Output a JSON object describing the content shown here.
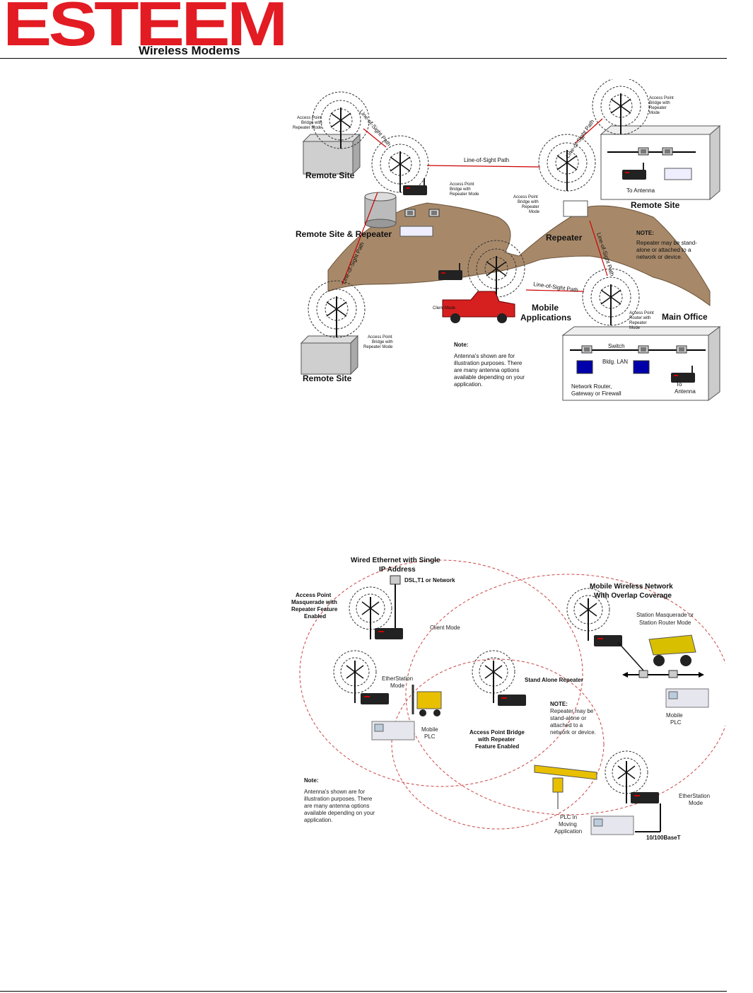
{
  "header": {
    "logo": "ESTEEM",
    "subtitle": "Wireless Modems"
  },
  "fig1": {
    "labels": {
      "ap_top_left": [
        "Access Point",
        "Bridge with",
        "Repeater Mode"
      ],
      "remote_site_1": "Remote Site",
      "los_1": "Line-of-Sight Path",
      "los_top": "Line-of-Sight Path",
      "los_2": "Line-of-Sight Path",
      "ap_repeater_center": [
        "Access Point",
        "Bridge with",
        "Repeater Mode"
      ],
      "remote_site_repeater": "Remote Site & Repeater",
      "ap_top_right": [
        "Access Point",
        "Bridge with",
        "Repeater",
        "Mode"
      ],
      "to_antenna_1": "To Antenna",
      "remote_site_2": "Remote Site",
      "ap_repeater_right": [
        "Access Point",
        "Bridge with",
        "Repeater",
        "Mode"
      ],
      "repeater": "Repeater",
      "note_title": "NOTE:",
      "note_lines": [
        "Repeater may be stand-",
        "alone or attached to a",
        "network or device."
      ],
      "los_3": "Line-of-Sight Path",
      "los_4": "Line-of-Sight Path",
      "los_5": "Line-of-Sight Path",
      "client_mode": "Client Mode",
      "mobile_apps": [
        "Mobile",
        "Applications"
      ],
      "ap_router": [
        "Access Point",
        "Router with",
        "Repeater",
        "Mode"
      ],
      "main_office": "Main Office",
      "switch": "Switch",
      "bldg_lan": "Bldg. LAN",
      "net_router": [
        "Network Router,",
        "Gateway or Firewall"
      ],
      "to_antenna_2": [
        "To",
        "Antenna"
      ],
      "remote_site_3": "Remote Site",
      "ap_bottom_left": [
        "Access Point",
        "Bridge with",
        "Repeater Mode"
      ],
      "note2_title": "Note:",
      "note2_lines": [
        "Antenna's shown are for",
        "illustration purposes.  There",
        "are many antenna options",
        "available depending on your",
        "application."
      ]
    }
  },
  "fig2": {
    "labels": {
      "wired_title": [
        "Wired Ethernet with Single",
        "IP Address"
      ],
      "dsl": "DSL,T1 or Network",
      "ap_masq": [
        "Access Point",
        "Masquerade with",
        "Repeater Feature",
        "Enabled"
      ],
      "client_mode": "Client Mode",
      "mobile_title": [
        "Mobile Wireless Network",
        "With Overlap Coverage"
      ],
      "station_masq": [
        "Station Masquerade or",
        "Station Router Mode"
      ],
      "etherstation_1": [
        "EtherStation",
        "Mode"
      ],
      "stand_alone": "Stand Alone Repeater",
      "note_title": "NOTE:",
      "note_lines": [
        "Repeater may be",
        "stand-alone or",
        "attached to a",
        "network or device."
      ],
      "mobile_plc_1": [
        "Mobile",
        "PLC"
      ],
      "ap_bridge": [
        "Access Point Bridge",
        "with Repeater",
        "Feature Enabled"
      ],
      "mobile_plc_2": [
        "Mobile",
        "PLC"
      ],
      "note2_title": "Note:",
      "note2_lines": [
        "Antenna's shown are for",
        "illustration purposes.  There",
        "are many antenna options",
        "available depending on your",
        "application."
      ],
      "etherstation_2": [
        "EtherStation",
        "Mode"
      ],
      "plc_moving": [
        "PLC in",
        "Moving",
        "Application"
      ],
      "base_t": "10/100BaseT"
    }
  }
}
